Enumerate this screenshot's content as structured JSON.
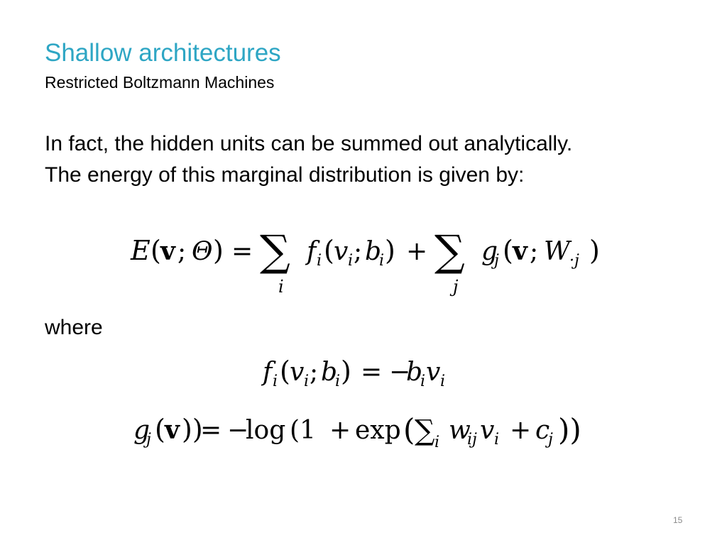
{
  "slide": {
    "title": "Shallow architectures",
    "subtitle": "Restricted Boltzmann Machines",
    "body_lines": [
      "In fact, the hidden units can be summed out analytically.",
      "The energy of this marginal distribution is given by:"
    ],
    "where_label": "where",
    "page_number": "15",
    "title_color": "#2ea6c4"
  },
  "equations": {
    "energy": {
      "lhs_E": "E",
      "lhs_open": "(",
      "lhs_v": "v",
      "lhs_sep": ";",
      "lhs_theta": "Θ",
      "lhs_close": ")",
      "eq": "=",
      "sum": "∑",
      "sum1_index": "i",
      "f": "f",
      "f_sub": "i",
      "f_args_open": "(",
      "f_arg_v": "v",
      "f_arg_v_sub": "i",
      "f_arg_sep": ";",
      "f_arg_b": "b",
      "f_arg_b_sub": "i",
      "f_args_close": ")",
      "plus": "+",
      "sum2_index": "j",
      "g": "g",
      "g_sub": "j",
      "g_args_open": "(",
      "g_arg_v": "v",
      "g_arg_sep": ";",
      "g_arg_W": "W",
      "g_arg_W_sub": "·j",
      "g_args_close": ")"
    },
    "f_def": {
      "f": "f",
      "f_sub": "i",
      "open": "(",
      "v": "v",
      "v_sub": "i",
      "sep": ";",
      "b": "b",
      "b_sub": "i",
      "close": ")",
      "eq": "=",
      "minus": "−",
      "rhs_b": "b",
      "rhs_b_sub": "i",
      "rhs_v": "v",
      "rhs_v_sub": "i"
    },
    "g_def": {
      "g": "g",
      "g_sub": "j",
      "open": "(",
      "v": "v",
      "close": "))",
      "eq": "=",
      "minus": "−",
      "log": "log",
      "log_open": "(1",
      "plus1": "+",
      "exp": "exp",
      "exp_open": "(",
      "sum": "∑",
      "sum_sub": "i",
      "w": "w",
      "w_sub": "ij",
      "v2": "v",
      "v2_sub": "i",
      "plus2": "+",
      "c": "c",
      "c_sub": "j"
    }
  }
}
